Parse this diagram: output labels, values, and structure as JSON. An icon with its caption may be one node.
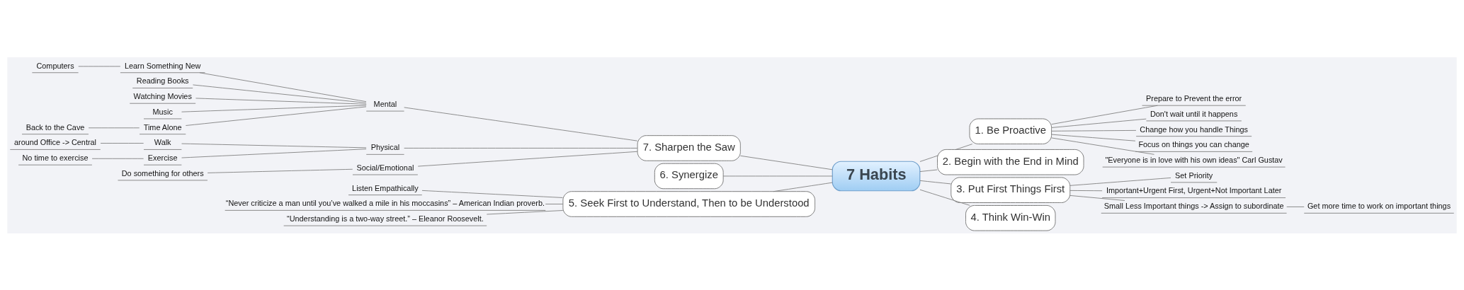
{
  "diagram": {
    "nodes": [
      {
        "text": [
          "7 Habits"
        ]
      },
      {
        "text": [
          "1. Be Proactive"
        ]
      },
      {
        "text": [
          "Prepare to Prevent the error"
        ]
      },
      {
        "text": [
          "Don't wait until it happens"
        ]
      },
      {
        "text": [
          "Change how you handle Things"
        ]
      },
      {
        "text": [
          "Focus on things you can change"
        ]
      },
      {
        "text": [
          "\"Everyone is in love with his own ideas\" Carl Gustav"
        ]
      },
      {
        "text": [
          "2. Begin with the End in Mind"
        ]
      },
      {
        "text": [
          "3. Put First Things First"
        ]
      },
      {
        "text": [
          "Set Priority"
        ]
      },
      {
        "text": [
          "Important+Urgent First, Urgent+Not Important Later"
        ]
      },
      {
        "text": [
          "Small Less Important things -> Assign to subordinate"
        ]
      },
      {
        "text": [
          "Get more time to work on important things"
        ]
      },
      {
        "text": [
          "4. Think Win-Win"
        ]
      },
      {
        "text": [
          "7. Sharpen the Saw"
        ]
      },
      {
        "text": [
          "Mental"
        ]
      },
      {
        "text": [
          "Learn Something New"
        ]
      },
      {
        "text": [
          "Computers"
        ]
      },
      {
        "text": [
          "Reading Books"
        ]
      },
      {
        "text": [
          "Watching Movies"
        ]
      },
      {
        "text": [
          "Music"
        ]
      },
      {
        "text": [
          "Time Alone"
        ]
      },
      {
        "text": [
          "Back to the Cave"
        ]
      },
      {
        "text": [
          "Physical"
        ]
      },
      {
        "text": [
          "Walk"
        ]
      },
      {
        "text": [
          "around Office -> Central"
        ]
      },
      {
        "text": [
          "Exercise"
        ]
      },
      {
        "text": [
          "No time to exercise"
        ]
      },
      {
        "text": [
          "Social/Emotional"
        ]
      },
      {
        "text": [
          "Do something for others"
        ]
      },
      {
        "text": [
          "6. Synergize"
        ]
      },
      {
        "text": [
          "5. Seek First to Understand, Then to be Understood"
        ]
      },
      {
        "text": [
          "Listen Empathically"
        ]
      },
      {
        "text": [
          "“Never criticize a man until you’ve walked a mile in his moccasins” – American Indian proverb."
        ]
      },
      {
        "text": [
          "“Understanding is a two-way street.” – Eleanor Roosevelt."
        ]
      }
    ],
    "edges": [
      {
        "from": 0,
        "to": 1,
        "arrow": "none"
      },
      {
        "from": 1,
        "to": 2,
        "arrow": "none"
      },
      {
        "from": 1,
        "to": 3,
        "arrow": "none"
      },
      {
        "from": 1,
        "to": 4,
        "arrow": "none"
      },
      {
        "from": 1,
        "to": 5,
        "arrow": "none"
      },
      {
        "from": 1,
        "to": 6,
        "arrow": "none"
      },
      {
        "from": 0,
        "to": 7,
        "arrow": "none"
      },
      {
        "from": 0,
        "to": 8,
        "arrow": "none"
      },
      {
        "from": 8,
        "to": 9,
        "arrow": "none"
      },
      {
        "from": 8,
        "to": 10,
        "arrow": "none"
      },
      {
        "from": 8,
        "to": 11,
        "arrow": "none"
      },
      {
        "from": 11,
        "to": 12,
        "arrow": "none"
      },
      {
        "from": 0,
        "to": 13,
        "arrow": "none"
      },
      {
        "from": 14,
        "to": 0,
        "arrow": "none"
      },
      {
        "from": 15,
        "to": 14,
        "arrow": "none"
      },
      {
        "from": 16,
        "to": 15,
        "arrow": "none"
      },
      {
        "from": 17,
        "to": 16,
        "arrow": "none"
      },
      {
        "from": 18,
        "to": 15,
        "arrow": "none"
      },
      {
        "from": 19,
        "to": 15,
        "arrow": "none"
      },
      {
        "from": 20,
        "to": 15,
        "arrow": "none"
      },
      {
        "from": 21,
        "to": 15,
        "arrow": "none"
      },
      {
        "from": 22,
        "to": 21,
        "arrow": "none"
      },
      {
        "from": 23,
        "to": 14,
        "arrow": "none"
      },
      {
        "from": 24,
        "to": 23,
        "arrow": "none"
      },
      {
        "from": 25,
        "to": 24,
        "arrow": "none"
      },
      {
        "from": 26,
        "to": 23,
        "arrow": "none"
      },
      {
        "from": 27,
        "to": 26,
        "arrow": "none"
      },
      {
        "from": 28,
        "to": 14,
        "arrow": "none"
      },
      {
        "from": 29,
        "to": 28,
        "arrow": "none"
      },
      {
        "from": 30,
        "to": 0,
        "arrow": "none"
      },
      {
        "from": 31,
        "to": 0,
        "arrow": "none"
      },
      {
        "from": 32,
        "to": 31,
        "arrow": "none"
      },
      {
        "from": 33,
        "to": 31,
        "arrow": "none"
      },
      {
        "from": 34,
        "to": 31,
        "arrow": "none"
      }
    ]
  }
}
